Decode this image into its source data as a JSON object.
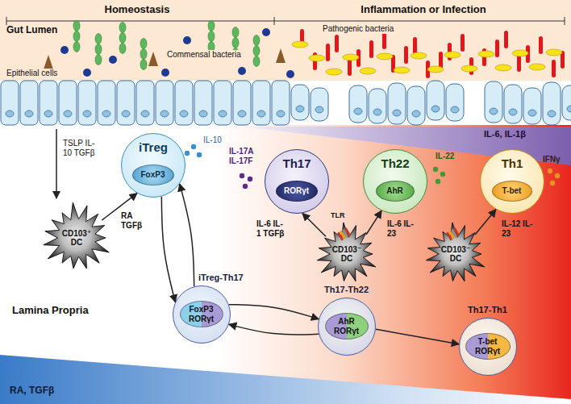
{
  "diagram": {
    "nodes": [
      {
        "text": [
          "CD103⁺ DC"
        ]
      },
      {
        "text": [
          "iTreg"
        ]
      },
      {
        "text": [
          "FoxP3"
        ],
        "in": 1
      },
      {
        "text": [
          "Th17"
        ]
      },
      {
        "text": [
          "RORγt"
        ],
        "in": 3
      },
      {
        "text": [
          "CD103⁻ DC"
        ]
      },
      {
        "text": [
          "Th22"
        ]
      },
      {
        "text": [
          "AhR"
        ],
        "in": 6
      },
      {
        "text": [
          "CD103⁻ DC"
        ]
      },
      {
        "text": [
          "Th1"
        ]
      },
      {
        "text": [
          "T-bet"
        ],
        "in": 9
      },
      {
        "text": [
          "iTreg-Th17"
        ]
      },
      {
        "text": [
          "FoxP3 RORγt"
        ],
        "in": 11
      },
      {
        "text": [
          "Th17-Th22"
        ]
      },
      {
        "text": [
          "AhR RORγt"
        ],
        "in": 13
      },
      {
        "text": [
          "Th17-Th1"
        ]
      },
      {
        "text": [
          "T-bet RORγt"
        ],
        "in": 15
      }
    ],
    "edges": [
      {
        "from": 0,
        "to": 1,
        "arrow": "to",
        "label": "RA TGFβ"
      },
      {
        "from": 1,
        "to": 11,
        "arrow": "to"
      },
      {
        "from": 11,
        "to": 1,
        "arrow": "to"
      },
      {
        "from": 11,
        "to": 13,
        "arrow": "to"
      },
      {
        "from": 13,
        "to": 11,
        "arrow": "to"
      },
      {
        "from": 13,
        "to": 15,
        "arrow": "to"
      },
      {
        "from": 5,
        "to": 3,
        "arrow": "to",
        "label": "IL-6 IL-1 TGFβ"
      },
      {
        "from": 5,
        "to": 6,
        "arrow": "to",
        "label": "IL-6 IL-23"
      },
      {
        "from": 8,
        "to": 9,
        "arrow": "to",
        "label": "IL-12 IL-23"
      }
    ],
    "labels": [
      "Homeostasis",
      "Inflammation or Infection",
      "Gut Lumen",
      "Commensal bacteria",
      "Pathogenic bacteria",
      "Epithelial cells",
      "TSLP IL-10 TGFβ",
      "IL-10",
      "IL-6, IL-1β",
      "IL-17A IL-17F",
      "TLR",
      "IL-22",
      "IFNγ",
      "Lamina Propria",
      "RA, TGFβ"
    ]
  }
}
